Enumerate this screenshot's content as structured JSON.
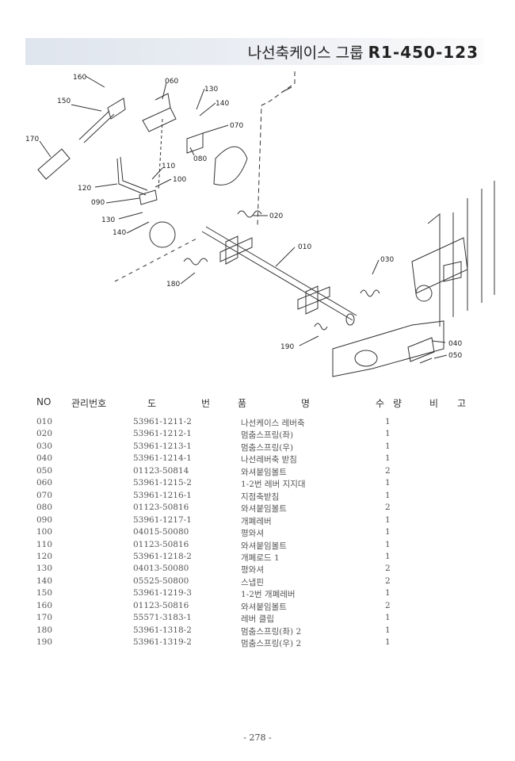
{
  "header": {
    "group_title": "나선축케이스 그룹",
    "code": "R1-450-123"
  },
  "diagram": {
    "labels": [
      "160",
      "060",
      "130",
      "140",
      "150",
      "070",
      "080",
      "170",
      "110",
      "100",
      "120",
      "090",
      "020",
      "130",
      "140",
      "010",
      "030",
      "180",
      "040",
      "050",
      "190"
    ]
  },
  "table": {
    "columns": {
      "no": "NO",
      "mgmt": "관리번호",
      "drawing_1": "도",
      "drawing_2": "번",
      "name_1": "품",
      "name_2": "명",
      "qty_1": "수",
      "qty_2": "량",
      "remark_1": "비",
      "remark_2": "고"
    },
    "rows": [
      {
        "no": "010",
        "part": "53961-1211-2",
        "name": "나선케이스 레버축",
        "qty": "1"
      },
      {
        "no": "020",
        "part": "53961-1212-1",
        "name": "멈춤스프링(좌)",
        "qty": "1"
      },
      {
        "no": "030",
        "part": "53961-1213-1",
        "name": "멈춤스프링(우)",
        "qty": "1"
      },
      {
        "no": "040",
        "part": "53961-1214-1",
        "name": "나선레버축 받침",
        "qty": "1"
      },
      {
        "no": "050",
        "part": "01123-50814",
        "name": "와셔붙임볼트",
        "qty": "2"
      },
      {
        "no": "060",
        "part": "53961-1215-2",
        "name": "1-2번 레버 지지대",
        "qty": "1"
      },
      {
        "no": "070",
        "part": "53961-1216-1",
        "name": "지점축받침",
        "qty": "1"
      },
      {
        "no": "080",
        "part": "01123-50816",
        "name": "와셔붙임볼트",
        "qty": "2"
      },
      {
        "no": "090",
        "part": "53961-1217-1",
        "name": "개폐레버",
        "qty": "1"
      },
      {
        "no": "100",
        "part": "04015-50080",
        "name": "평와셔",
        "qty": "1"
      },
      {
        "no": "110",
        "part": "01123-50816",
        "name": "와셔붙임볼트",
        "qty": "1"
      },
      {
        "no": "120",
        "part": "53961-1218-2",
        "name": "개폐로드 1",
        "qty": "1"
      },
      {
        "no": "130",
        "part": "04013-50080",
        "name": "평와셔",
        "qty": "2"
      },
      {
        "no": "140",
        "part": "05525-50800",
        "name": "스냅핀",
        "qty": "2"
      },
      {
        "no": "150",
        "part": "53961-1219-3",
        "name": "1-2번 개폐레버",
        "qty": "1"
      },
      {
        "no": "160",
        "part": "01123-50816",
        "name": "와셔붙임볼트",
        "qty": "2"
      },
      {
        "no": "170",
        "part": "55571-3183-1",
        "name": "레버 클립",
        "qty": "1"
      },
      {
        "no": "180",
        "part": "53961-1318-2",
        "name": "멈춤스프링(좌) 2",
        "qty": "1"
      },
      {
        "no": "190",
        "part": "53961-1319-2",
        "name": "멈춤스프링(우) 2",
        "qty": "1"
      }
    ]
  },
  "footer": {
    "page": "- 278 -"
  }
}
